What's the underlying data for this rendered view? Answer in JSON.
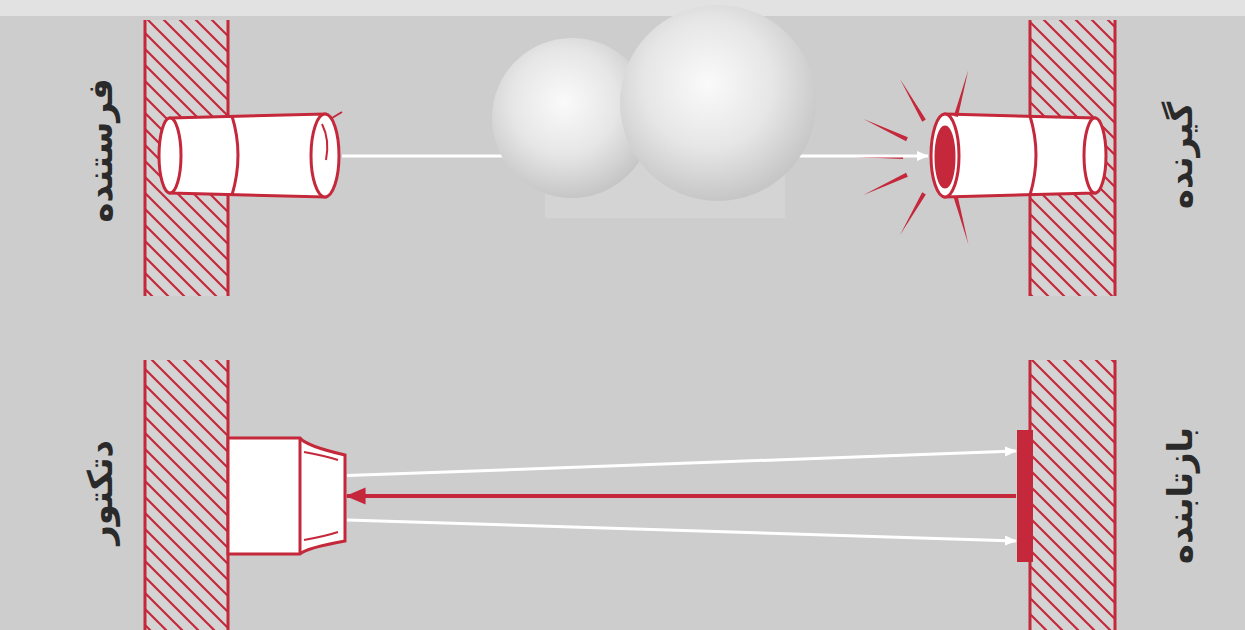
{
  "diagram": {
    "nodes": [
      {
        "text": [
          "فرستنده"
        ]
      },
      {
        "text": [
          "گیرنده"
        ]
      },
      {
        "text": [
          "دتکتور"
        ]
      },
      {
        "text": [
          "بازتابنده"
        ]
      }
    ],
    "edges": [
      {
        "from": 0,
        "to": 1,
        "arrow": "to"
      },
      {
        "from": 2,
        "to": 3,
        "arrow": "to"
      },
      {
        "from": 2,
        "to": 3,
        "arrow": "to"
      },
      {
        "from": 3,
        "to": 2,
        "arrow": "to"
      }
    ]
  }
}
